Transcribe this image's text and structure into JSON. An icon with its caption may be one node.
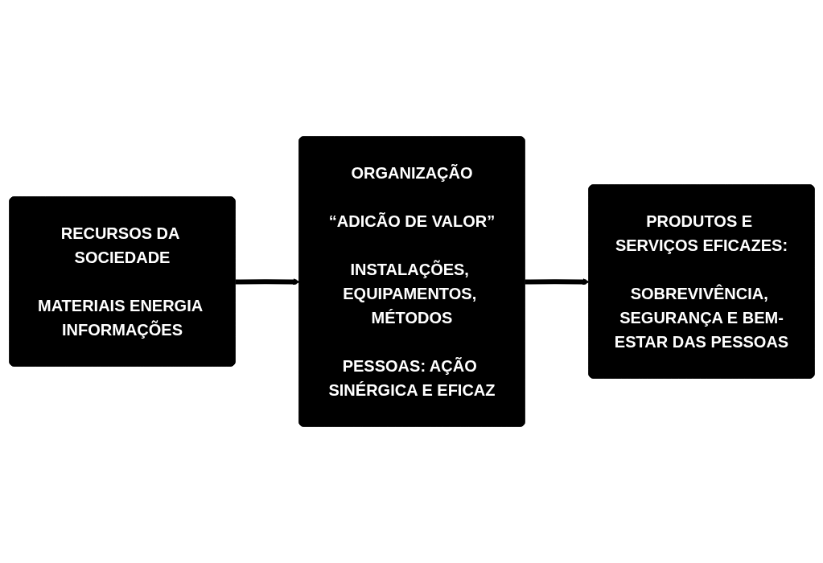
{
  "diagram": {
    "nodes": [
      {
        "text": [
          "RECURSOS DA SOCIEDADE",
          "MATERIAIS ENERGIA INFORMAÇÕES"
        ]
      },
      {
        "text": [
          "ORGANIZAÇÃO",
          "“ADICÃO DE VALOR”",
          "INSTALAÇÕES, EQUIPAMENTOS, MÉTODOS",
          "PESSOAS: AÇÃO SINÉRGICA E EFICAZ"
        ]
      },
      {
        "text": [
          "PRODUTOS E SERVIÇOS EFICAZES:",
          "SOBREVIVÊNCIA, SEGURANÇA E BEM-ESTAR DAS PESSOAS"
        ]
      }
    ],
    "edges": [
      {
        "from": 0,
        "to": 1,
        "arrow": "to"
      },
      {
        "from": 1,
        "to": 2,
        "arrow": "to"
      }
    ]
  }
}
